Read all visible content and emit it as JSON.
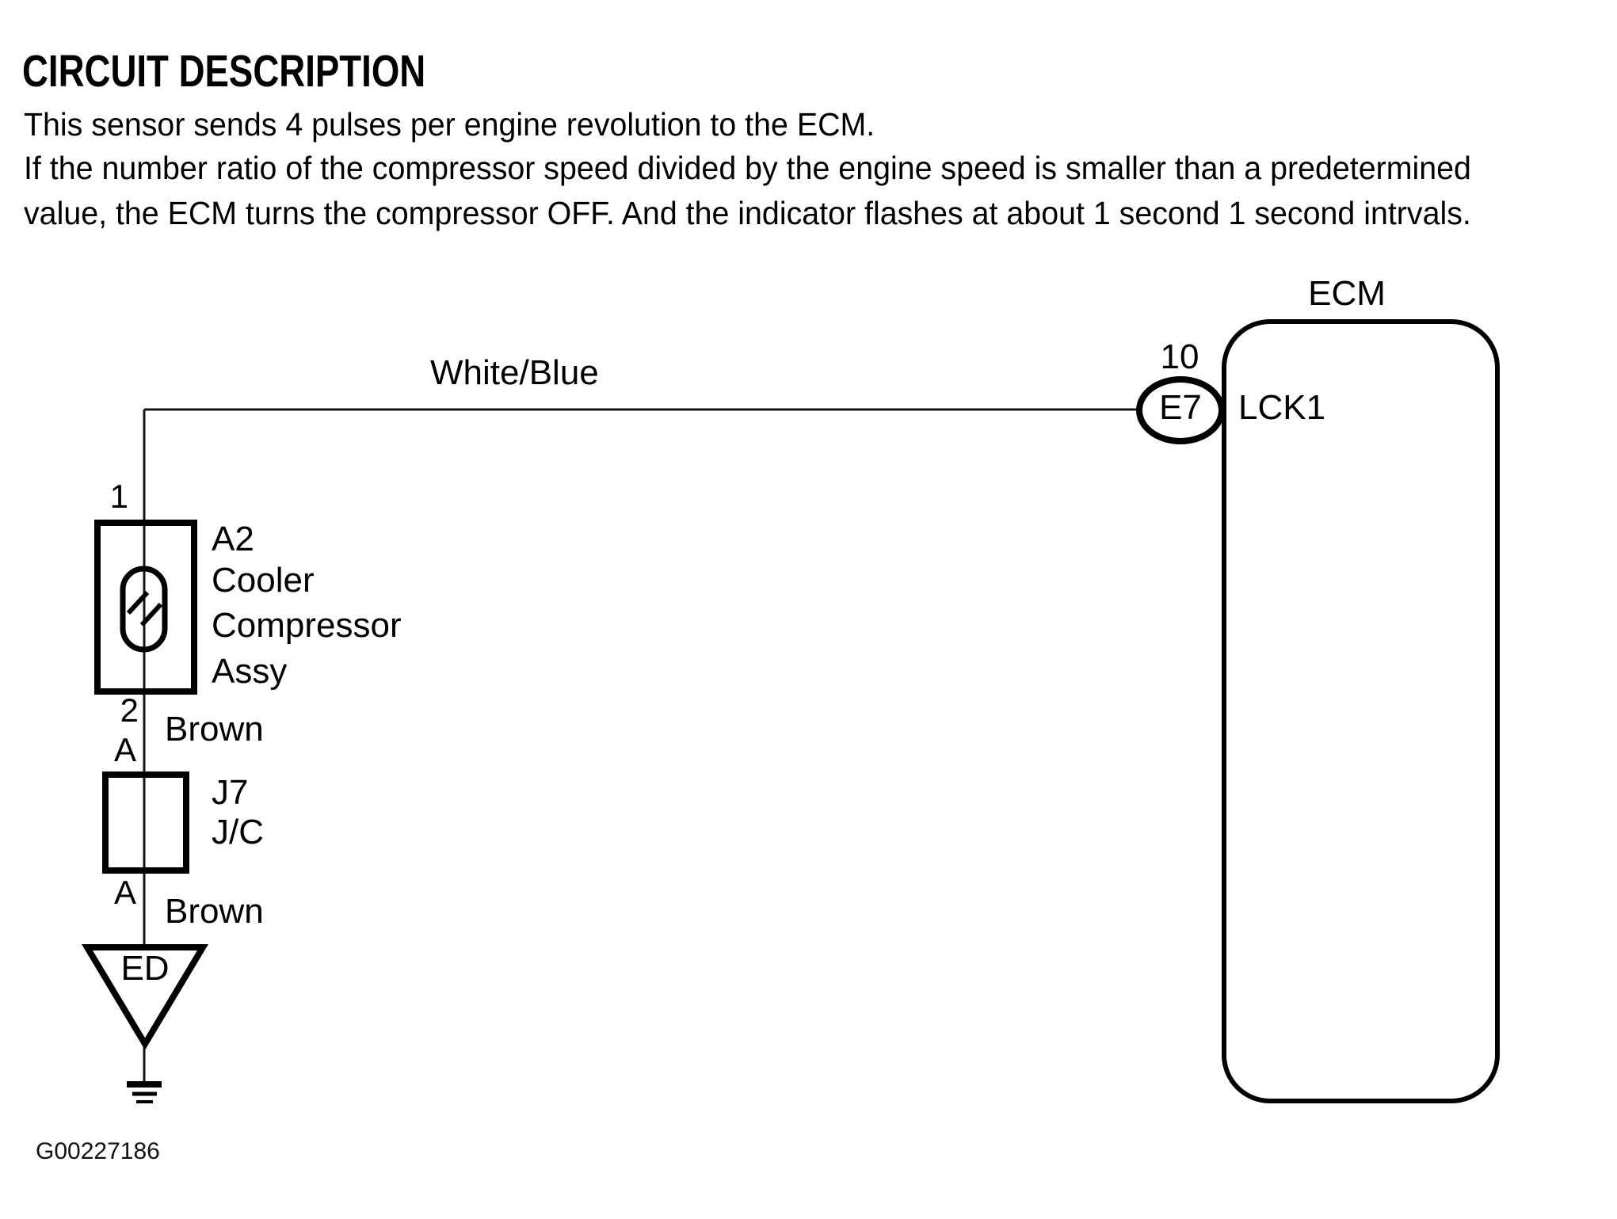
{
  "title": "CIRCUIT DESCRIPTION",
  "description": {
    "line1": "This sensor sends 4 pulses per engine revolution to the ECM.",
    "line2": "If the number ratio of the compressor speed divided by the engine speed is smaller than a predetermined",
    "line3": "value, the ECM turns the compressor OFF. And the indicator flashes at about 1 second 1 second intrvals."
  },
  "diagram": {
    "ecm": {
      "title": "ECM",
      "pin": "10",
      "connector": "E7",
      "terminal": "LCK1"
    },
    "wires": {
      "top_color": "White/Blue",
      "middle_color": "Brown",
      "bottom_color": "Brown"
    },
    "compressor": {
      "pin_top": "1",
      "pin_bottom": "2",
      "label_line1": "A2",
      "label_line2": "Cooler",
      "label_line3": "Compressor",
      "label_line4": "Assy"
    },
    "junction": {
      "pin_top": "A",
      "pin_bottom": "A",
      "label_line1": "J7",
      "label_line2": "J/C"
    },
    "ground": {
      "label": "ED"
    },
    "colors": {
      "ink": "#000000",
      "paper": "#ffffff"
    }
  },
  "footer": {
    "figure_id": "G00227186"
  }
}
